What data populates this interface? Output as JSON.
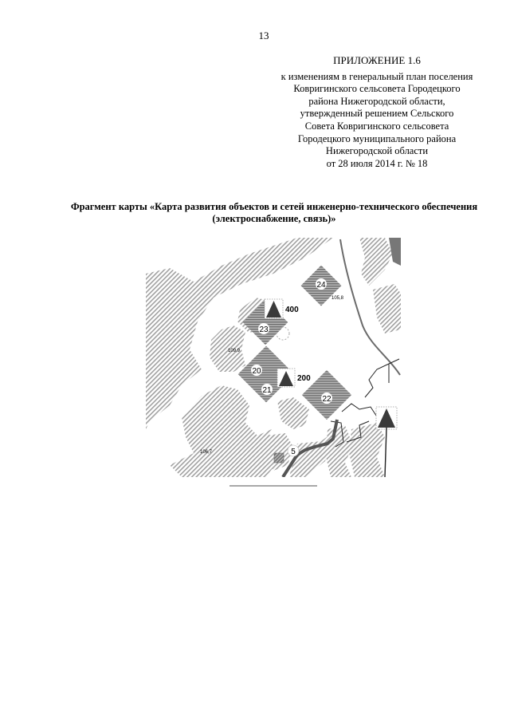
{
  "page": {
    "number": "13"
  },
  "appendix": {
    "title": "ПРИЛОЖЕНИЕ 1.6",
    "lines": [
      "к изменениям в генеральный план поселения",
      "Ковригинского сельсовета Городецкого",
      "района Нижегородской области,",
      "утвержденный решением Сельского",
      "Совета Ковригинского сельсовета",
      "Городецкого муниципального района",
      "Нижегородской области",
      "от 28 июля 2014 г. № 18"
    ]
  },
  "caption": {
    "text": "Фрагмент карты «Карта развития объектов и сетей инженерно-технического обеспечения (электроснабжение, связь)»"
  },
  "map": {
    "plots": [
      {
        "id": "24",
        "label": "24"
      },
      {
        "id": "23",
        "label": "23"
      },
      {
        "id": "20",
        "label": "20"
      },
      {
        "id": "21",
        "label": "21"
      },
      {
        "id": "22",
        "label": "22"
      },
      {
        "id": "5",
        "label": "5"
      }
    ],
    "substations": [
      {
        "id": "tp-400",
        "capacity": "400"
      },
      {
        "id": "tp-200",
        "capacity": "200"
      },
      {
        "id": "tp-existing",
        "capacity": ""
      }
    ],
    "elevations": [
      "105,8",
      "109,9",
      "106,7"
    ],
    "colors": {
      "hatch": "#9a9a9a",
      "plot": "#7d7d7d",
      "triangle": "#3a3a3a",
      "road": "#555555"
    }
  }
}
